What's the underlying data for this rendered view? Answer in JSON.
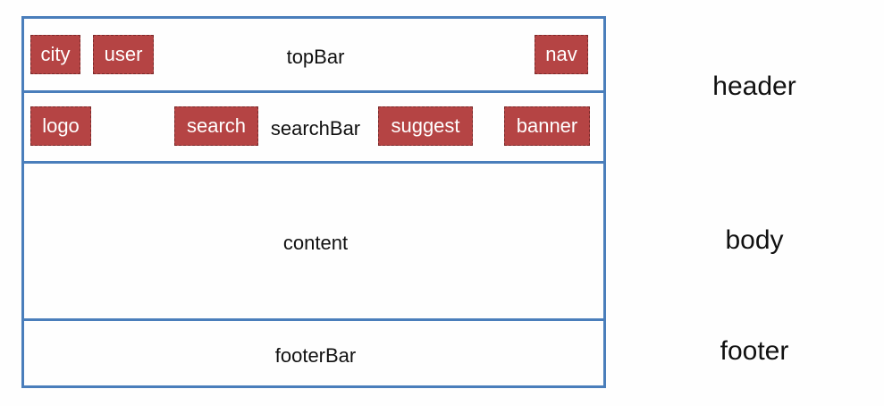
{
  "diagram": {
    "sections": {
      "topBar": {
        "label": "topBar",
        "items": [
          "city",
          "user",
          "nav"
        ]
      },
      "searchBar": {
        "label": "searchBar",
        "items": [
          "logo",
          "search",
          "suggest",
          "banner"
        ]
      },
      "content": {
        "label": "content"
      },
      "footerBar": {
        "label": "footerBar"
      }
    },
    "side_labels": {
      "header": "header",
      "body": "body",
      "footer": "footer"
    },
    "colors": {
      "frame_border": "#4a7ebb",
      "component_fill": "#b54444",
      "component_text": "#ffffff"
    }
  }
}
